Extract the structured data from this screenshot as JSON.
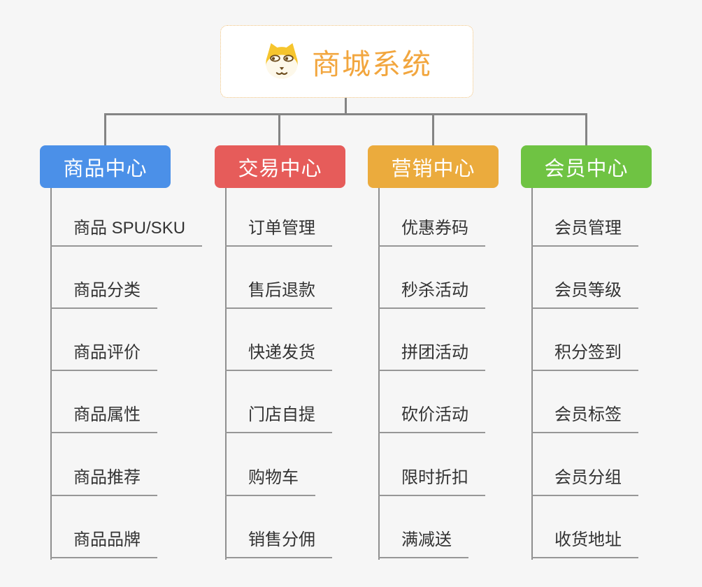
{
  "root": {
    "title": "商城系统",
    "icon": "dog-face-icon"
  },
  "branches": [
    {
      "label": "商品中心",
      "color": "#4b90e8",
      "items": [
        "商品 SPU/SKU",
        "商品分类",
        "商品评价",
        "商品属性",
        "商品推荐",
        "商品品牌"
      ]
    },
    {
      "label": "交易中心",
      "color": "#e65c5a",
      "items": [
        "订单管理",
        "售后退款",
        "快递发货",
        "门店自提",
        "购物车",
        "销售分佣"
      ]
    },
    {
      "label": "营销中心",
      "color": "#ebab3d",
      "items": [
        "优惠券码",
        "秒杀活动",
        "拼团活动",
        "砍价活动",
        "限时折扣",
        "满减送"
      ]
    },
    {
      "label": "会员中心",
      "color": "#6fc343",
      "items": [
        "会员管理",
        "会员等级",
        "积分签到",
        "会员标签",
        "会员分组",
        "收货地址"
      ]
    }
  ],
  "colors": {
    "background": "#f6f6f6",
    "connector": "#848484",
    "root_border": "#f0c179",
    "root_text": "#f2a63e",
    "item_text": "#333333",
    "item_underline": "#979797"
  }
}
